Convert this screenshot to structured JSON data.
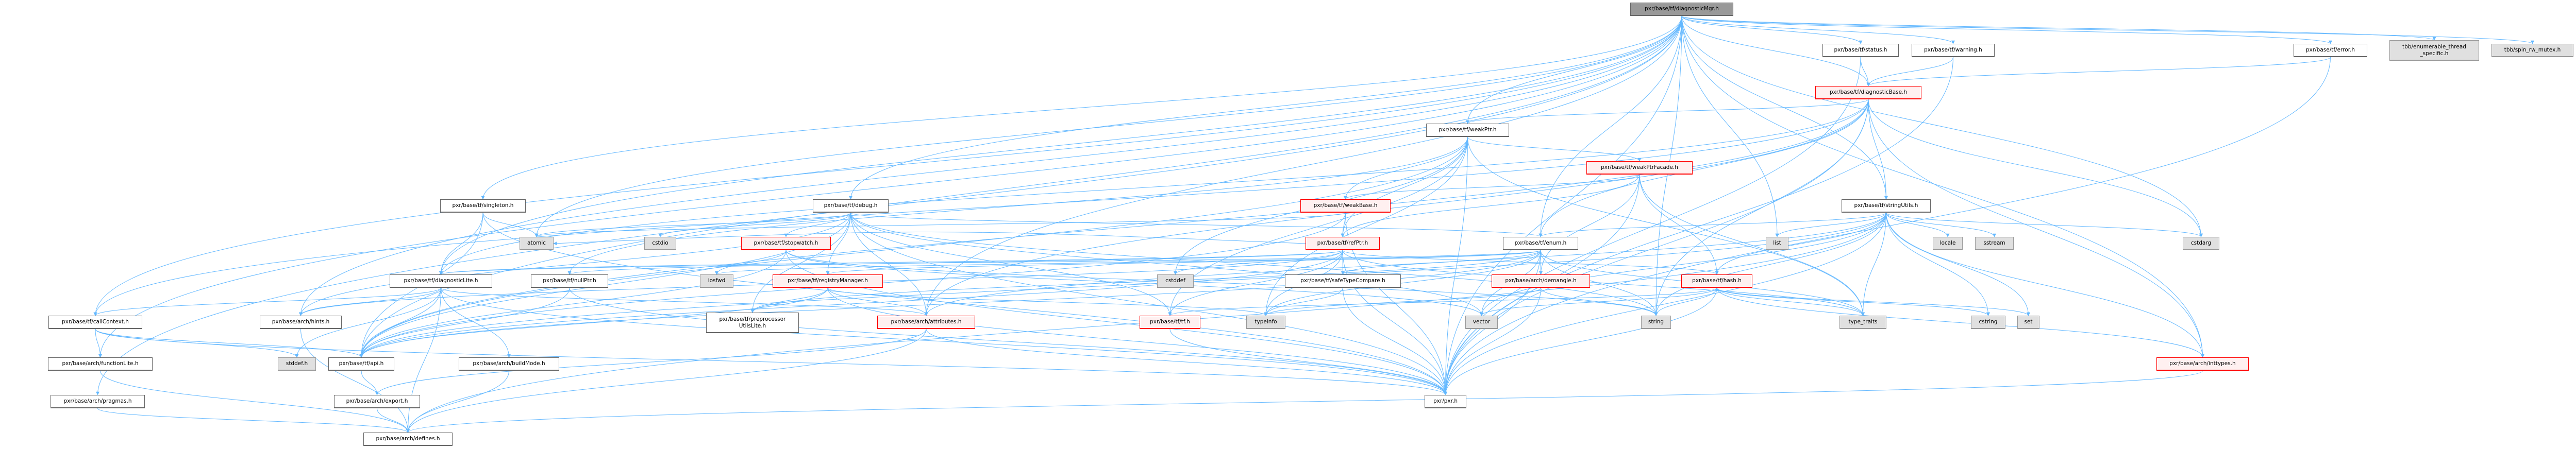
{
  "colors": {
    "edge": "#63b8ff",
    "main_fill": "#999999",
    "red_border": "#ff0000",
    "red_fill": "#fff0f0",
    "system_fill": "#e0e0e0"
  },
  "nodes": {
    "diagnosticMgr": {
      "label": "pxr/base/tf/diagnosticMgr.h",
      "kind": "main"
    },
    "status": {
      "label": "pxr/base/tf/status.h",
      "kind": "local"
    },
    "warning": {
      "label": "pxr/base/tf/warning.h",
      "kind": "local"
    },
    "error": {
      "label": "pxr/base/tf/error.h",
      "kind": "local"
    },
    "tbb_ets": {
      "label": "tbb/enumerable_thread\n_specific.h",
      "kind": "system"
    },
    "tbb_spin": {
      "label": "tbb/spin_rw_mutex.h",
      "kind": "system"
    },
    "diagnosticBase": {
      "label": "pxr/base/tf/diagnosticBase.h",
      "kind": "red"
    },
    "weakPtr": {
      "label": "pxr/base/tf/weakPtr.h",
      "kind": "local"
    },
    "weakPtrFacade": {
      "label": "pxr/base/tf/weakPtrFacade.h",
      "kind": "red"
    },
    "singleton": {
      "label": "pxr/base/tf/singleton.h",
      "kind": "local"
    },
    "debug": {
      "label": "pxr/base/tf/debug.h",
      "kind": "local"
    },
    "weakBase": {
      "label": "pxr/base/tf/weakBase.h",
      "kind": "red"
    },
    "stringUtils": {
      "label": "pxr/base/tf/stringUtils.h",
      "kind": "local"
    },
    "atomic": {
      "label": "atomic",
      "kind": "system"
    },
    "cstdio": {
      "label": "cstdio",
      "kind": "system"
    },
    "stopwatch": {
      "label": "pxr/base/tf/stopwatch.h",
      "kind": "red"
    },
    "refPtr": {
      "label": "pxr/base/tf/refPtr.h",
      "kind": "red"
    },
    "enum": {
      "label": "pxr/base/tf/enum.h",
      "kind": "local"
    },
    "list": {
      "label": "list",
      "kind": "system"
    },
    "locale": {
      "label": "locale",
      "kind": "system"
    },
    "sstream": {
      "label": "sstream",
      "kind": "system"
    },
    "cstdarg": {
      "label": "cstdarg",
      "kind": "system"
    },
    "diagnosticLite": {
      "label": "pxr/base/tf/diagnosticLite.h",
      "kind": "local"
    },
    "nullPtr": {
      "label": "pxr/base/tf/nullPtr.h",
      "kind": "local"
    },
    "iosfwd": {
      "label": "iosfwd",
      "kind": "system"
    },
    "registryManager": {
      "label": "pxr/base/tf/registryManager.h",
      "kind": "red"
    },
    "cstddef": {
      "label": "cstddef",
      "kind": "system"
    },
    "safeTypeCompare": {
      "label": "pxr/base/tf/safeTypeCompare.h",
      "kind": "local"
    },
    "demangle": {
      "label": "pxr/base/arch/demangle.h",
      "kind": "red"
    },
    "hash": {
      "label": "pxr/base/tf/hash.h",
      "kind": "red"
    },
    "callContext": {
      "label": "pxr/base/tf/callContext.h",
      "kind": "local"
    },
    "hints": {
      "label": "pxr/base/arch/hints.h",
      "kind": "local"
    },
    "preprocessorUtilsLite": {
      "label": "pxr/base/tf/preprocessor\nUtilsLite.h",
      "kind": "local"
    },
    "attributes": {
      "label": "pxr/base/arch/attributes.h",
      "kind": "red"
    },
    "tf": {
      "label": "pxr/base/tf/tf.h",
      "kind": "red"
    },
    "typeinfo": {
      "label": "typeinfo",
      "kind": "system"
    },
    "vector": {
      "label": "vector",
      "kind": "system"
    },
    "string": {
      "label": "string",
      "kind": "system"
    },
    "type_traits": {
      "label": "type_traits",
      "kind": "system"
    },
    "cstring": {
      "label": "cstring",
      "kind": "system"
    },
    "set": {
      "label": "set",
      "kind": "system"
    },
    "functionLite": {
      "label": "pxr/base/arch/functionLite.h",
      "kind": "local"
    },
    "stddef": {
      "label": "stddef.h",
      "kind": "system"
    },
    "api": {
      "label": "pxr/base/tf/api.h",
      "kind": "local"
    },
    "buildMode": {
      "label": "pxr/base/arch/buildMode.h",
      "kind": "local"
    },
    "inttypes": {
      "label": "pxr/base/arch/inttypes.h",
      "kind": "red"
    },
    "pragmas": {
      "label": "pxr/base/arch/pragmas.h",
      "kind": "local"
    },
    "export": {
      "label": "pxr/base/arch/export.h",
      "kind": "local"
    },
    "pxr": {
      "label": "pxr/pxr.h",
      "kind": "local"
    },
    "defines": {
      "label": "pxr/base/arch/defines.h",
      "kind": "local"
    }
  },
  "edges": [
    [
      "diagnosticMgr",
      "status"
    ],
    [
      "diagnosticMgr",
      "warning"
    ],
    [
      "diagnosticMgr",
      "error"
    ],
    [
      "diagnosticMgr",
      "tbb_ets"
    ],
    [
      "diagnosticMgr",
      "tbb_spin"
    ],
    [
      "diagnosticMgr",
      "diagnosticBase"
    ],
    [
      "diagnosticMgr",
      "weakPtr"
    ],
    [
      "diagnosticMgr",
      "singleton"
    ],
    [
      "diagnosticMgr",
      "debug"
    ],
    [
      "diagnosticMgr",
      "callContext"
    ],
    [
      "diagnosticMgr",
      "functionLite"
    ],
    [
      "diagnosticMgr",
      "pragmas"
    ],
    [
      "diagnosticMgr",
      "diagnosticLite"
    ],
    [
      "diagnosticMgr",
      "api"
    ],
    [
      "diagnosticMgr",
      "atomic"
    ],
    [
      "diagnosticMgr",
      "cstdarg"
    ],
    [
      "diagnosticMgr",
      "list"
    ],
    [
      "diagnosticMgr",
      "string"
    ],
    [
      "diagnosticMgr",
      "enum"
    ],
    [
      "diagnosticMgr",
      "stringUtils"
    ],
    [
      "diagnosticMgr",
      "pxr"
    ],
    [
      "diagnosticMgr",
      "attributes"
    ],
    [
      "diagnosticMgr",
      "inttypes"
    ],
    [
      "diagnosticMgr",
      "hints"
    ],
    [
      "status",
      "diagnosticBase"
    ],
    [
      "status",
      "pxr"
    ],
    [
      "warning",
      "diagnosticBase"
    ],
    [
      "warning",
      "pxr"
    ],
    [
      "error",
      "diagnosticBase"
    ],
    [
      "error",
      "pxr"
    ],
    [
      "diagnosticBase",
      "weakPtr"
    ],
    [
      "diagnosticBase",
      "enum"
    ],
    [
      "diagnosticBase",
      "stringUtils"
    ],
    [
      "diagnosticBase",
      "callContext"
    ],
    [
      "diagnosticBase",
      "diagnosticLite"
    ],
    [
      "diagnosticBase",
      "api"
    ],
    [
      "diagnosticBase",
      "cstdarg"
    ],
    [
      "diagnosticBase",
      "inttypes"
    ],
    [
      "diagnosticBase",
      "pxr"
    ],
    [
      "diagnosticBase",
      "attributes"
    ],
    [
      "diagnosticBase",
      "string"
    ],
    [
      "weakPtr",
      "weakPtrFacade"
    ],
    [
      "weakPtr",
      "weakBase"
    ],
    [
      "weakPtr",
      "refPtr"
    ],
    [
      "weakPtr",
      "nullPtr"
    ],
    [
      "weakPtr",
      "tf"
    ],
    [
      "weakPtr",
      "api"
    ],
    [
      "weakPtr",
      "pxr"
    ],
    [
      "weakPtr",
      "typeinfo"
    ],
    [
      "weakPtr",
      "type_traits"
    ],
    [
      "weakPtr",
      "cstddef"
    ],
    [
      "weakPtrFacade",
      "weakBase"
    ],
    [
      "weakPtrFacade",
      "refPtr"
    ],
    [
      "weakPtrFacade",
      "demangle"
    ],
    [
      "weakPtrFacade",
      "hash"
    ],
    [
      "weakPtrFacade",
      "pxr"
    ],
    [
      "weakPtrFacade",
      "type_traits"
    ],
    [
      "weakBase",
      "refPtr"
    ],
    [
      "weakBase",
      "api"
    ],
    [
      "weakBase",
      "atomic"
    ],
    [
      "weakBase",
      "pxr"
    ],
    [
      "refPtr",
      "safeTypeCompare"
    ],
    [
      "refPtr",
      "nullPtr"
    ],
    [
      "refPtr",
      "diagnosticLite"
    ],
    [
      "refPtr",
      "hints"
    ],
    [
      "refPtr",
      "tf"
    ],
    [
      "refPtr",
      "api"
    ],
    [
      "refPtr",
      "pxr"
    ],
    [
      "refPtr",
      "typeinfo"
    ],
    [
      "refPtr",
      "type_traits"
    ],
    [
      "refPtr",
      "cstddef"
    ],
    [
      "refPtr",
      "atomic"
    ],
    [
      "refPtr",
      "hash"
    ],
    [
      "stringUtils",
      "enum"
    ],
    [
      "stringUtils",
      "hash"
    ],
    [
      "stringUtils",
      "inttypes"
    ],
    [
      "stringUtils",
      "attributes"
    ],
    [
      "stringUtils",
      "cstdarg"
    ],
    [
      "stringUtils",
      "cstring"
    ],
    [
      "stringUtils",
      "list"
    ],
    [
      "stringUtils",
      "locale"
    ],
    [
      "stringUtils",
      "set"
    ],
    [
      "stringUtils",
      "sstream"
    ],
    [
      "stringUtils",
      "string"
    ],
    [
      "stringUtils",
      "type_traits"
    ],
    [
      "stringUtils",
      "vector"
    ],
    [
      "stringUtils",
      "api"
    ],
    [
      "stringUtils",
      "pxr"
    ],
    [
      "stringUtils",
      "defines"
    ],
    [
      "enum",
      "safeTypeCompare"
    ],
    [
      "enum",
      "demangle"
    ],
    [
      "enum",
      "registryManager"
    ],
    [
      "enum",
      "preprocessorUtilsLite"
    ],
    [
      "enum",
      "diagnosticLite"
    ],
    [
      "enum",
      "api"
    ],
    [
      "enum",
      "pxr"
    ],
    [
      "enum",
      "iosfwd"
    ],
    [
      "enum",
      "string"
    ],
    [
      "enum",
      "vector"
    ],
    [
      "enum",
      "type_traits"
    ],
    [
      "enum",
      "typeinfo"
    ],
    [
      "debug",
      "atomic"
    ],
    [
      "debug",
      "cstdio"
    ],
    [
      "debug",
      "stopwatch"
    ],
    [
      "debug",
      "registryManager"
    ],
    [
      "debug",
      "preprocessorUtilsLite"
    ],
    [
      "debug",
      "attributes"
    ],
    [
      "debug",
      "enum"
    ],
    [
      "debug",
      "api"
    ],
    [
      "debug",
      "pxr"
    ],
    [
      "debug",
      "hints"
    ],
    [
      "debug",
      "string"
    ],
    [
      "debug",
      "vector"
    ],
    [
      "debug",
      "tf"
    ],
    [
      "stopwatch",
      "iosfwd"
    ],
    [
      "stopwatch",
      "api"
    ],
    [
      "stopwatch",
      "pxr"
    ],
    [
      "stopwatch",
      "string"
    ],
    [
      "stopwatch",
      "vector"
    ],
    [
      "registryManager",
      "preprocessorUtilsLite"
    ],
    [
      "registryManager",
      "attributes"
    ],
    [
      "registryManager",
      "api"
    ],
    [
      "registryManager",
      "pxr"
    ],
    [
      "registryManager",
      "typeinfo"
    ],
    [
      "singleton",
      "atomic"
    ],
    [
      "singleton",
      "api"
    ],
    [
      "singleton",
      "pxr"
    ],
    [
      "singleton",
      "diagnosticLite"
    ],
    [
      "diagnosticLite",
      "callContext"
    ],
    [
      "diagnosticLite",
      "hints"
    ],
    [
      "diagnosticLite",
      "stddef"
    ],
    [
      "diagnosticLite",
      "api"
    ],
    [
      "diagnosticLite",
      "buildMode"
    ],
    [
      "diagnosticLite",
      "attributes"
    ],
    [
      "diagnosticLite",
      "pxr"
    ],
    [
      "diagnosticLite",
      "defines"
    ],
    [
      "nullPtr",
      "api"
    ],
    [
      "nullPtr",
      "pxr"
    ],
    [
      "callContext",
      "functionLite"
    ],
    [
      "callContext",
      "stddef"
    ],
    [
      "callContext",
      "api"
    ],
    [
      "callContext",
      "pxr"
    ],
    [
      "functionLite",
      "defines"
    ],
    [
      "pragmas",
      "defines"
    ],
    [
      "export",
      "defines"
    ],
    [
      "api",
      "export"
    ],
    [
      "buildMode",
      "defines"
    ],
    [
      "hints",
      "defines"
    ],
    [
      "demangle",
      "string"
    ],
    [
      "demangle",
      "pxr"
    ],
    [
      "demangle",
      "typeinfo"
    ],
    [
      "hash",
      "string"
    ],
    [
      "hash",
      "vector"
    ],
    [
      "hash",
      "type_traits"
    ],
    [
      "hash",
      "pxr"
    ],
    [
      "hash",
      "tf"
    ],
    [
      "hash",
      "inttypes"
    ],
    [
      "hash",
      "cstring"
    ],
    [
      "hash",
      "set"
    ],
    [
      "tf",
      "pxr"
    ],
    [
      "attributes",
      "pxr"
    ],
    [
      "attributes",
      "export"
    ],
    [
      "attributes",
      "defines"
    ],
    [
      "inttypes",
      "defines"
    ],
    [
      "safeTypeCompare",
      "pxr"
    ],
    [
      "safeTypeCompare",
      "typeinfo"
    ]
  ]
}
